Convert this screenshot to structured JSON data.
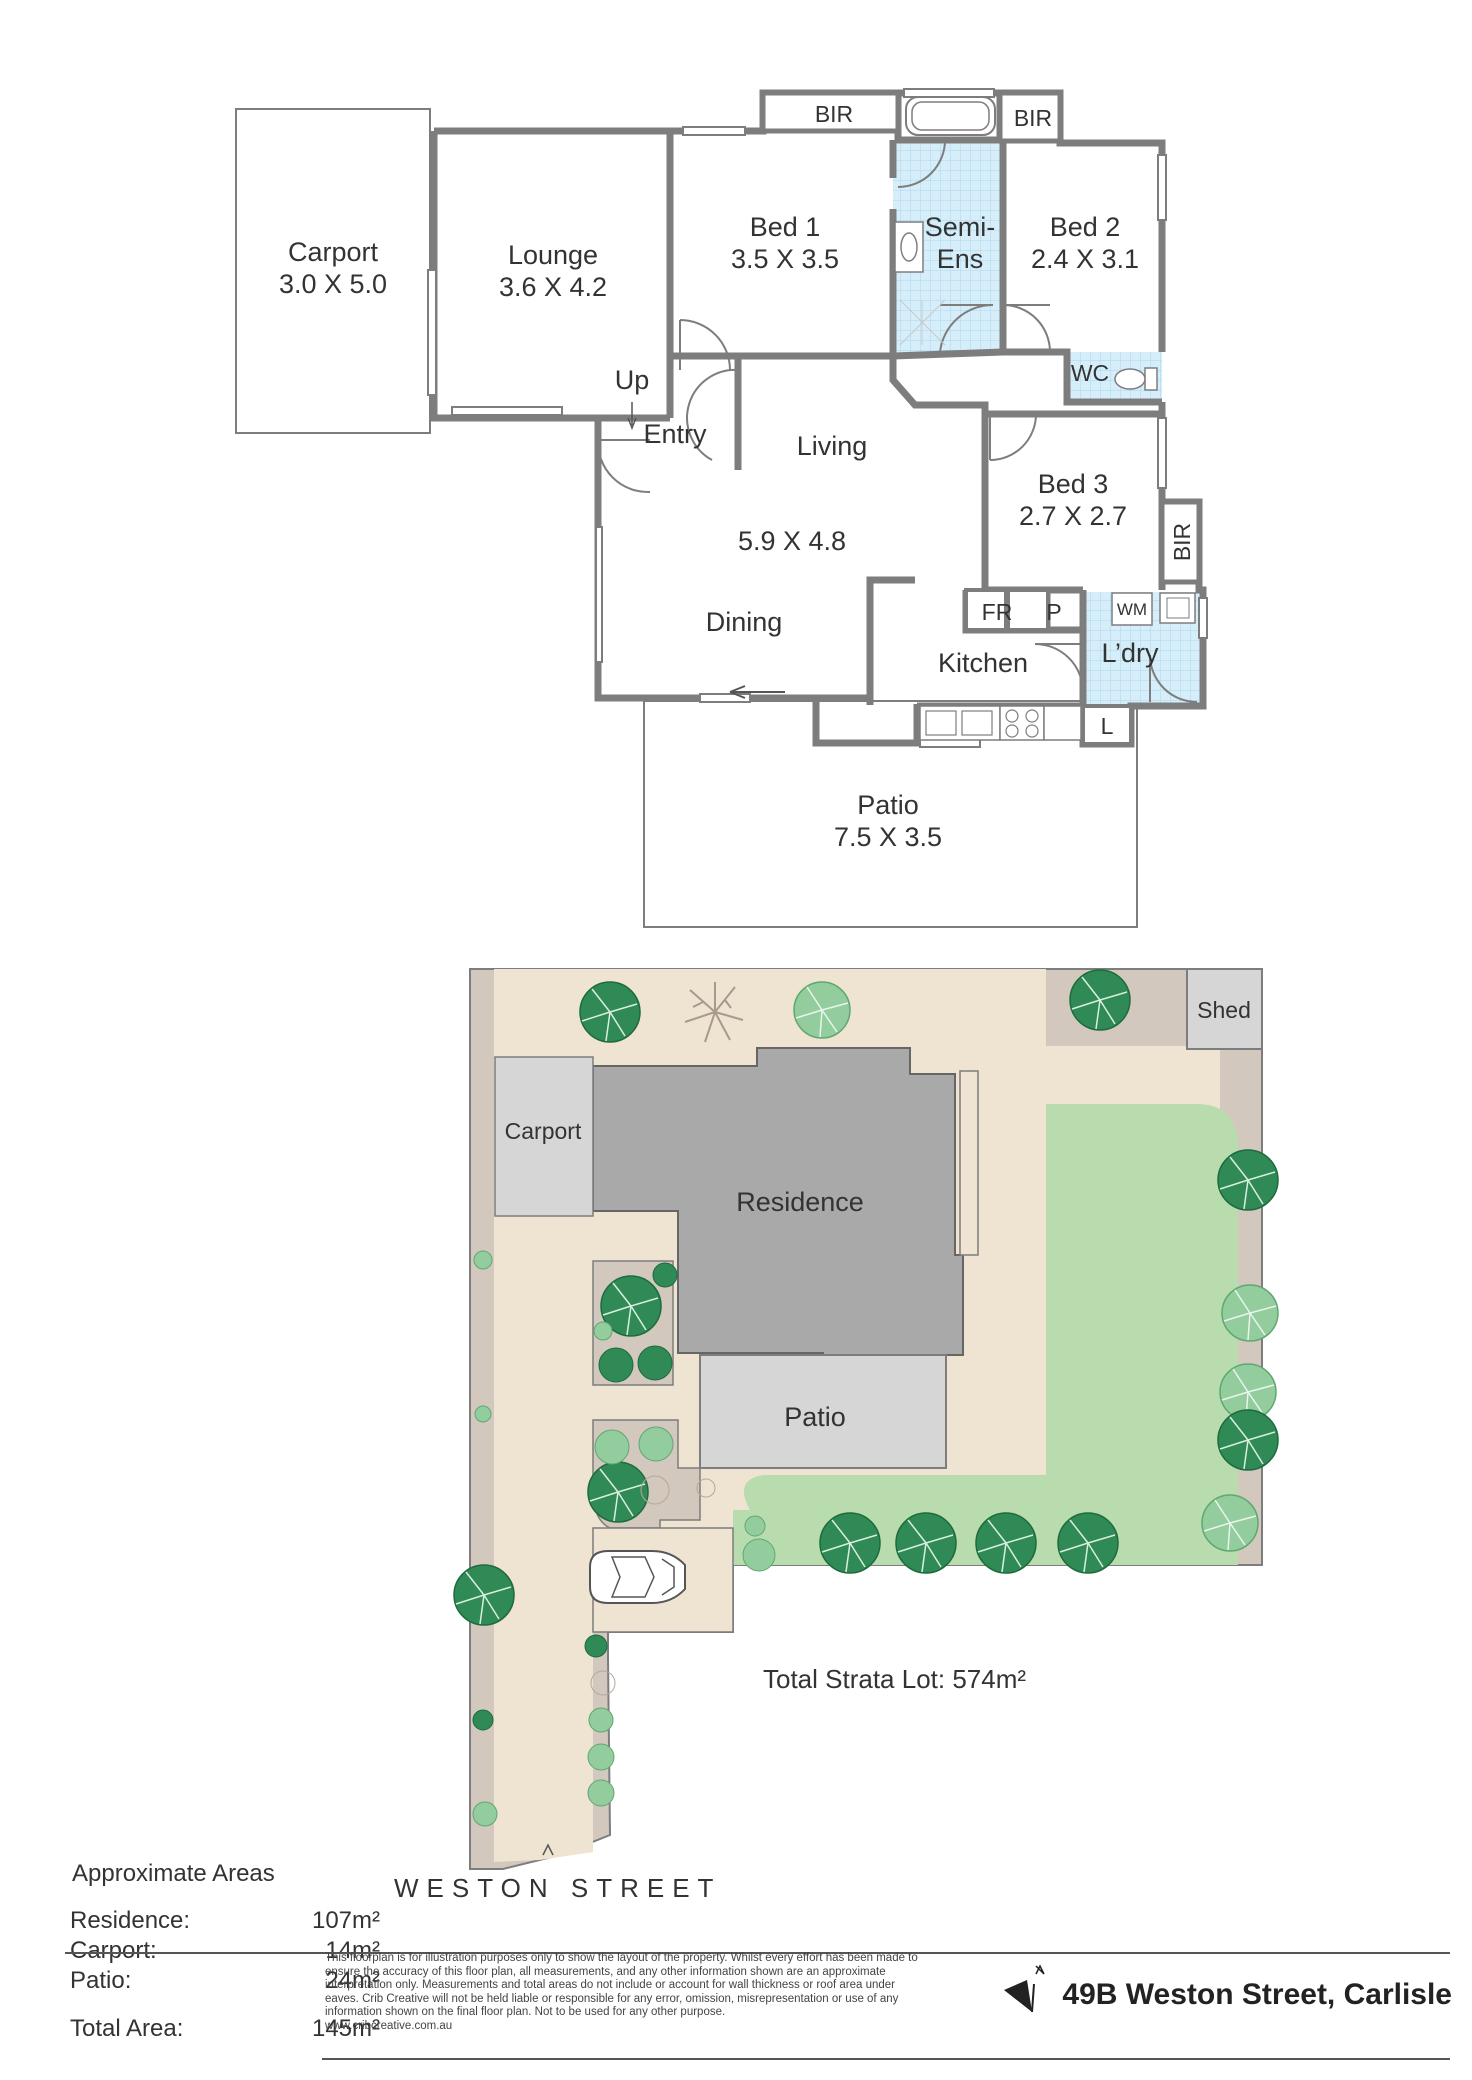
{
  "floorplan": {
    "rooms": {
      "carport": {
        "name": "Carport",
        "size": "3.0 X 5.0"
      },
      "lounge": {
        "name": "Lounge",
        "size": "3.6 X 4.2"
      },
      "bed1": {
        "name": "Bed 1",
        "size": "3.5 X 3.5"
      },
      "semi_ens_1": "Semi-",
      "semi_ens_2": "Ens",
      "bed2": {
        "name": "Bed 2",
        "size": "2.4 X 3.1"
      },
      "bed3": {
        "name": "Bed 3",
        "size": "2.7 X 2.7"
      },
      "living": "Living",
      "living_size": "5.9 X 4.8",
      "dining": "Dining",
      "entry": "Entry",
      "up": "Up",
      "kitchen": "Kitchen",
      "laundry": "L’dry",
      "wc": "WC",
      "fr": "FR",
      "p": "P",
      "wm": "WM",
      "l": "L",
      "bir_a": "BIR",
      "bir_b": "BIR",
      "bir_c": "BIR",
      "patio": {
        "name": "Patio",
        "size": "7.5 X 3.5"
      }
    }
  },
  "siteplan": {
    "shed": "Shed",
    "carport": "Carport",
    "residence": "Residence",
    "patio": "Patio",
    "total_strata_lot": "Total Strata Lot: 574m²",
    "street": "WESTON STREET"
  },
  "areas": {
    "heading": "Approximate Areas",
    "rows": [
      {
        "label": "Residence:",
        "value": "107m²"
      },
      {
        "label": "Carport:",
        "value": "14m²"
      },
      {
        "label": "Patio:",
        "value": "24m²"
      },
      {
        "label": "Total Area:",
        "value": "145m²"
      }
    ]
  },
  "disclaimer": "This floorplan is for illustration purposes only to show the layout of the property. Whilst every effort has been made to ensure the accuracy of this floor plan, all measurements, and any other information shown are an approximate interpretation only. Measurements and total areas do not include or account for wall thickness or roof area under eaves. Crib Creative will not be held liable or responsible for any error, omission, misrepresentation or use of any information shown on the final floor plan. Not to be used for any other purpose.",
  "website": "www.cribcreative.com.au",
  "address": "49B Weston Street, Carlisle",
  "icons": [
    "north-arrow-icon",
    "car-icon",
    "tree-icon",
    "bath-icon",
    "toilet-icon",
    "stove-icon",
    "sink-icon"
  ],
  "colors": {
    "wall": "#7d7d7d",
    "residence": "#a9a9a9",
    "patio": "#d6d6d6",
    "lawn": "#b9dcae",
    "paving": "#efe3d2",
    "border": "#d3c8bd",
    "tree_dark": "#2f8a55",
    "tree_light": "#93cc9d",
    "tile": "#bfe2f2"
  }
}
